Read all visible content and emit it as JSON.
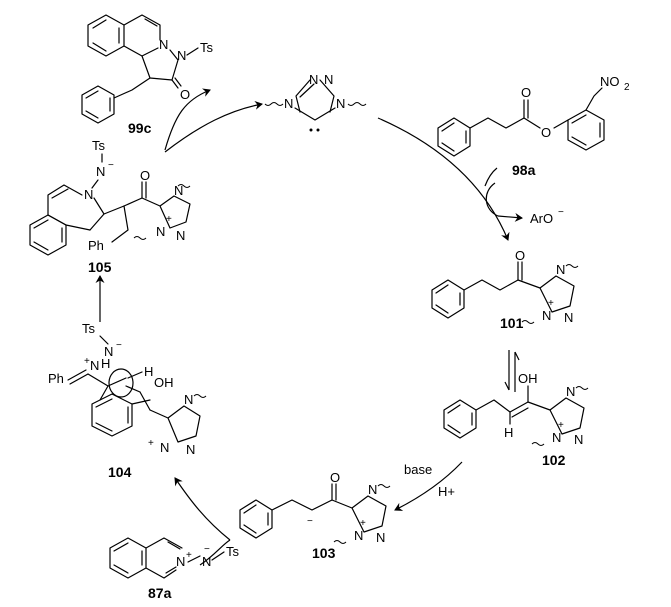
{
  "compounds": {
    "c99c": "99c",
    "c98a": "98a",
    "c105": "105",
    "c101": "101",
    "c102": "102",
    "c103": "103",
    "c104": "104",
    "c87a": "87a"
  },
  "atoms": {
    "N": "N",
    "O": "O",
    "Ts": "Ts",
    "Ph": "Ph",
    "H": "H",
    "OH": "OH",
    "NO2": "NO",
    "NO2_sub": "2",
    "minus": "−",
    "plus": "+"
  },
  "reagents": {
    "aro": "ArO",
    "aro_charge": "−",
    "base": "base",
    "hplus": "H+"
  },
  "colors": {
    "ink": "#000000",
    "background": "#ffffff"
  }
}
